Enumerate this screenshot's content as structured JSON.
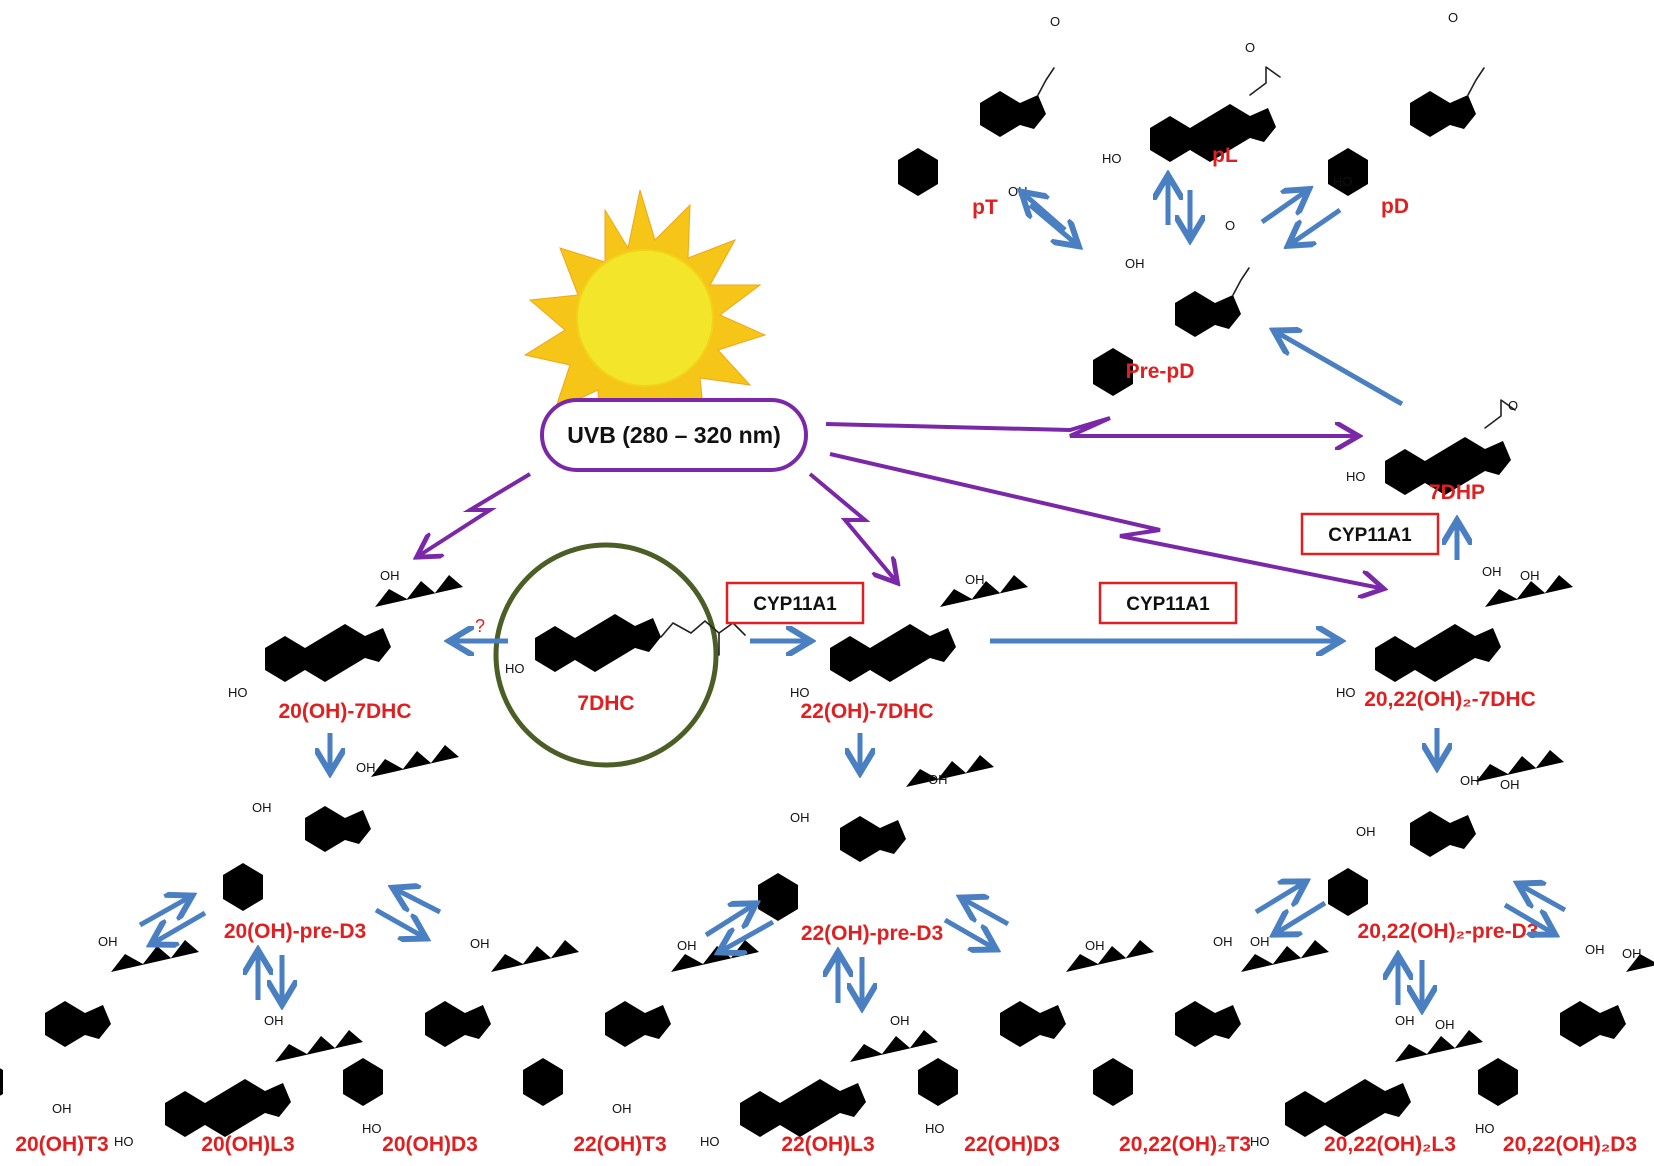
{
  "central": {
    "label": "7DHC"
  },
  "uvb": {
    "label": "UVB (280 – 320 nm)"
  },
  "enzymes": [
    "CYP11A1",
    "CYP11A1",
    "CYP11A1"
  ],
  "question_mark": "?",
  "labels": {
    "c20_7dhc": "20(OH)-7DHC",
    "c22_7dhc": "22(OH)-7DHC",
    "c2022_7dhc": "20,22(OH)₂-7DHC",
    "c20_pre": "20(OH)-pre-D3",
    "c22_pre": "22(OH)-pre-D3",
    "c2022_pre": "20,22(OH)₂-pre-D3",
    "c20_t3": "20(OH)T3",
    "c20_l3": "20(OH)L3",
    "c20_d3": "20(OH)D3",
    "c22_t3": "22(OH)T3",
    "c22_l3": "22(OH)L3",
    "c22_d3": "22(OH)D3",
    "c2022_t3": "20,22(OH)₂T3",
    "c2022_l3": "20,22(OH)₂L3",
    "c2022_d3": "20,22(OH)₂D3",
    "dhp": "7DHP",
    "pre_pd": "Pre-pD",
    "pt": "pT",
    "pl": "pL",
    "pd": "pD"
  },
  "atoms": {
    "oh": "OH",
    "ho": "HO",
    "o": "O"
  },
  "colors": {
    "label_red": "#e02020",
    "arrow_blue": "#4a80c2",
    "arrow_purple": "#7a28a8",
    "circle_green": "#4b5e26",
    "sun_yellow": "#f2e52a",
    "sun_orange": "#f5a623"
  }
}
